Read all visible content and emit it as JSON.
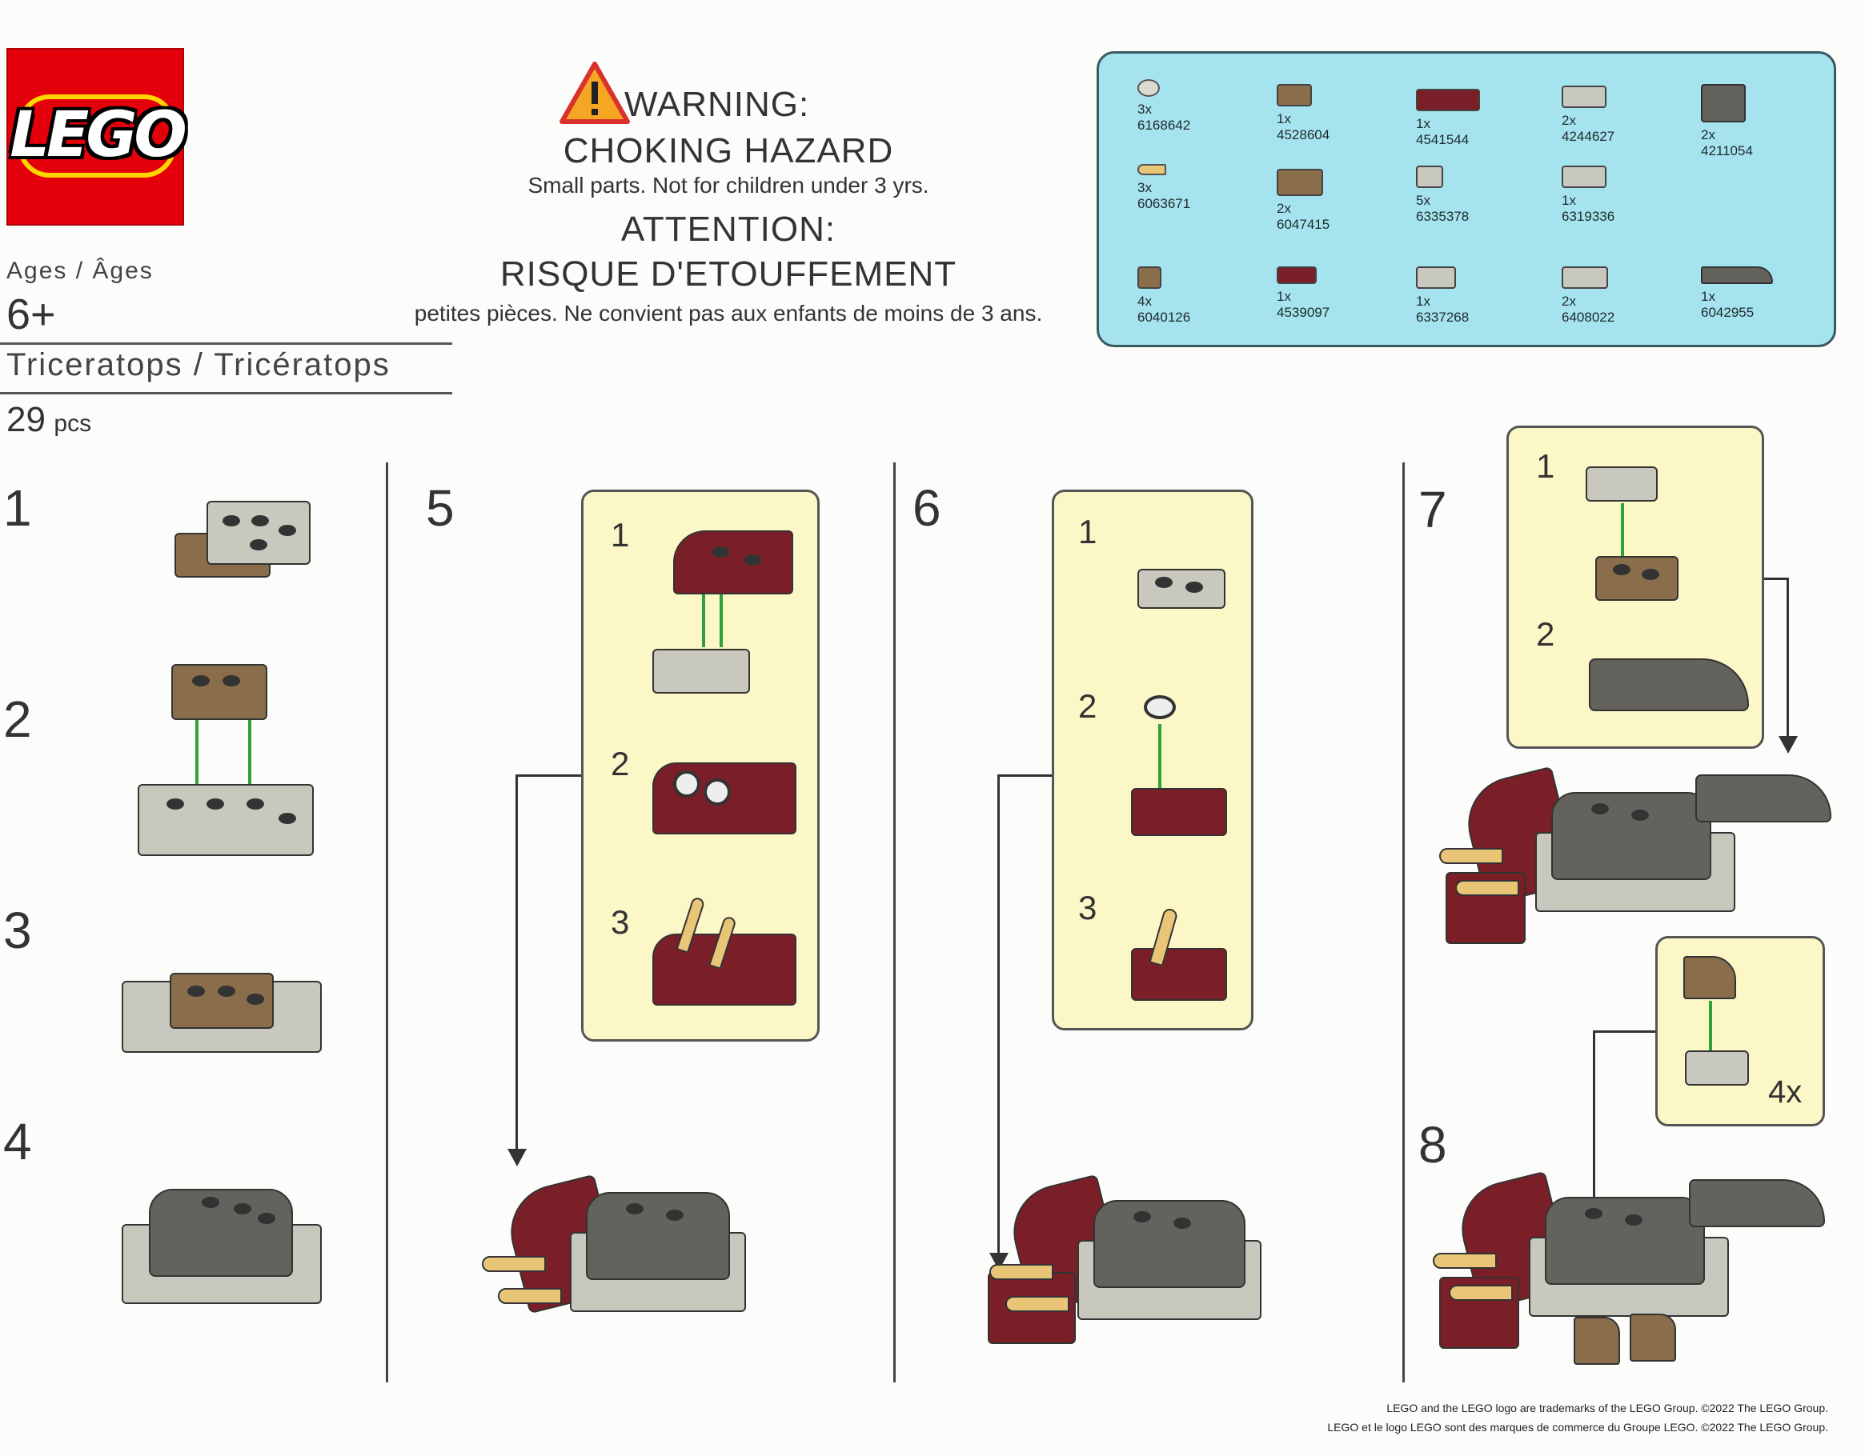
{
  "header": {
    "logo_text": "LEGO",
    "ages_label": "Ages / Âges",
    "age_value": "6+",
    "set_name": "Triceratops / Tricératops",
    "piece_count_number": "29",
    "piece_count_unit": "pcs"
  },
  "warning": {
    "en_title": "WARNING:",
    "en_subtitle": "CHOKING HAZARD",
    "en_text": "Small parts. Not for children under 3 yrs.",
    "fr_title": "ATTENTION:",
    "fr_subtitle": "RISQUE D'ETOUFFEMENT",
    "fr_text": "petites pièces. Ne convient pas aux enfants de moins de 3 ans."
  },
  "parts": [
    {
      "qty": "3x",
      "id": "6168642",
      "color": "#d9d9d2"
    },
    {
      "qty": "1x",
      "id": "4528604",
      "color": "#8a6e4c"
    },
    {
      "qty": "1x",
      "id": "4541544",
      "color": "#7a1f27"
    },
    {
      "qty": "2x",
      "id": "4244627",
      "color": "#c9c8bf"
    },
    {
      "qty": "2x",
      "id": "4211054",
      "color": "#64625c"
    },
    {
      "qty": "3x",
      "id": "6063671",
      "color": "#e9c577"
    },
    {
      "qty": "2x",
      "id": "6047415",
      "color": "#8a6e4c"
    },
    {
      "qty": "5x",
      "id": "6335378",
      "color": "#c9c8bf"
    },
    {
      "qty": "1x",
      "id": "6319336",
      "color": "#c9c8bf"
    },
    {
      "qty": "4x",
      "id": "6040126",
      "color": "#8a6e4c"
    },
    {
      "qty": "1x",
      "id": "4539097",
      "color": "#7a1f27"
    },
    {
      "qty": "1x",
      "id": "6337268",
      "color": "#c9c8bf"
    },
    {
      "qty": "2x",
      "id": "6408022",
      "color": "#c9c8bf"
    },
    {
      "qty": "1x",
      "id": "6042955",
      "color": "#64625c"
    }
  ],
  "steps": {
    "s1": "1",
    "s2": "2",
    "s3": "3",
    "s4": "4",
    "s5": "5",
    "s6": "6",
    "s7": "7",
    "s8": "8"
  },
  "substeps": {
    "a": "1",
    "b": "2",
    "c": "3"
  },
  "multiplier": "4x",
  "colors": {
    "lego_red": "#e3000b",
    "parts_panel": "#a5e3ee",
    "callout_panel": "#fcf7c6",
    "arrow_green": "#2fa13a",
    "light_gray": "#c9c8bf",
    "dark_gray": "#64625c",
    "tan": "#8a6e4c",
    "dark_red": "#7a1f27",
    "horn": "#e9c577"
  },
  "footer": {
    "line1": "LEGO and the LEGO logo are trademarks of the LEGO Group. ©2022 The LEGO Group.",
    "line2": "LEGO et le logo LEGO sont des marques de commerce du Groupe LEGO. ©2022 The LEGO Group."
  }
}
